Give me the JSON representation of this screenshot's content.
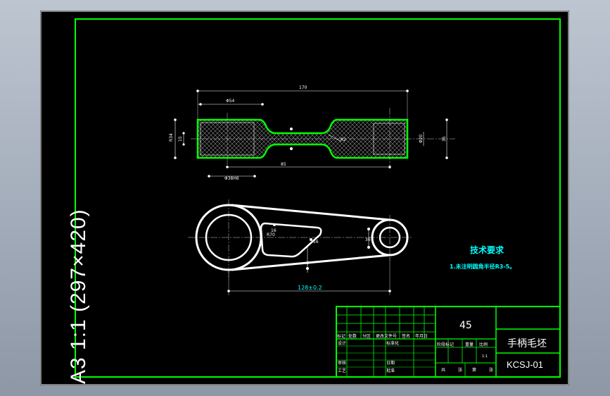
{
  "sheet": {
    "format_label": "A3 1:1 (297×420)"
  },
  "technical_requirements": {
    "title": "技术要求",
    "note": "1.未注明圆角半径R3-5。"
  },
  "dimensions": {
    "overall_length": "170",
    "dia_left": "Φ54",
    "dia_left_bottom": "Φ38H6",
    "length_mid": "85",
    "left_height_1": "R34",
    "left_height_2": "15",
    "right_height_1": "Φ20",
    "right_height_2": "35",
    "slope": "R2",
    "center_distance": "128±0.2",
    "slot_r": "R70",
    "slot_a": "16",
    "slot_b": "16",
    "link_width": "36"
  },
  "title_block": {
    "material": "45",
    "part_name": "手柄毛坯",
    "drawing_no": "KCSJ-01",
    "scale": "1:1",
    "header_labels": [
      "标记",
      "处数",
      "分区",
      "更改文件号",
      "签名",
      "年月日"
    ],
    "left_rows": [
      "设计",
      "审核",
      "工艺"
    ],
    "mid_rows": [
      "标准化",
      "",
      "批准"
    ],
    "mid_row2": "日期",
    "stage_labels": [
      "阶段标记",
      "重量",
      "比例"
    ],
    "sheet_labels": [
      "共",
      "张",
      "第",
      "张"
    ]
  },
  "colors": {
    "frame": "#00ff00",
    "outline": "#ffffff",
    "text_note": "#00ffff"
  }
}
